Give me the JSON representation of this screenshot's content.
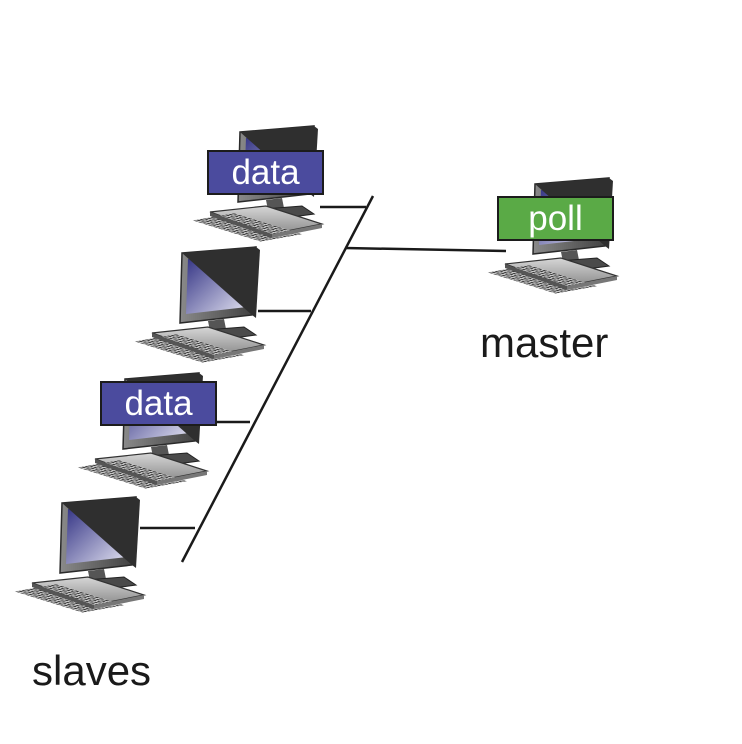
{
  "labels": {
    "master": "master",
    "slaves": "slaves"
  },
  "tags": {
    "slave_1": "data",
    "slave_3": "data",
    "master": "poll"
  },
  "colors": {
    "data_tag": "#4b4b9e",
    "poll_tag": "#5aaa46",
    "cable": "#1a1a1a",
    "screen_dark": "#2c2c80",
    "screen_light": "#e8e8f4"
  }
}
